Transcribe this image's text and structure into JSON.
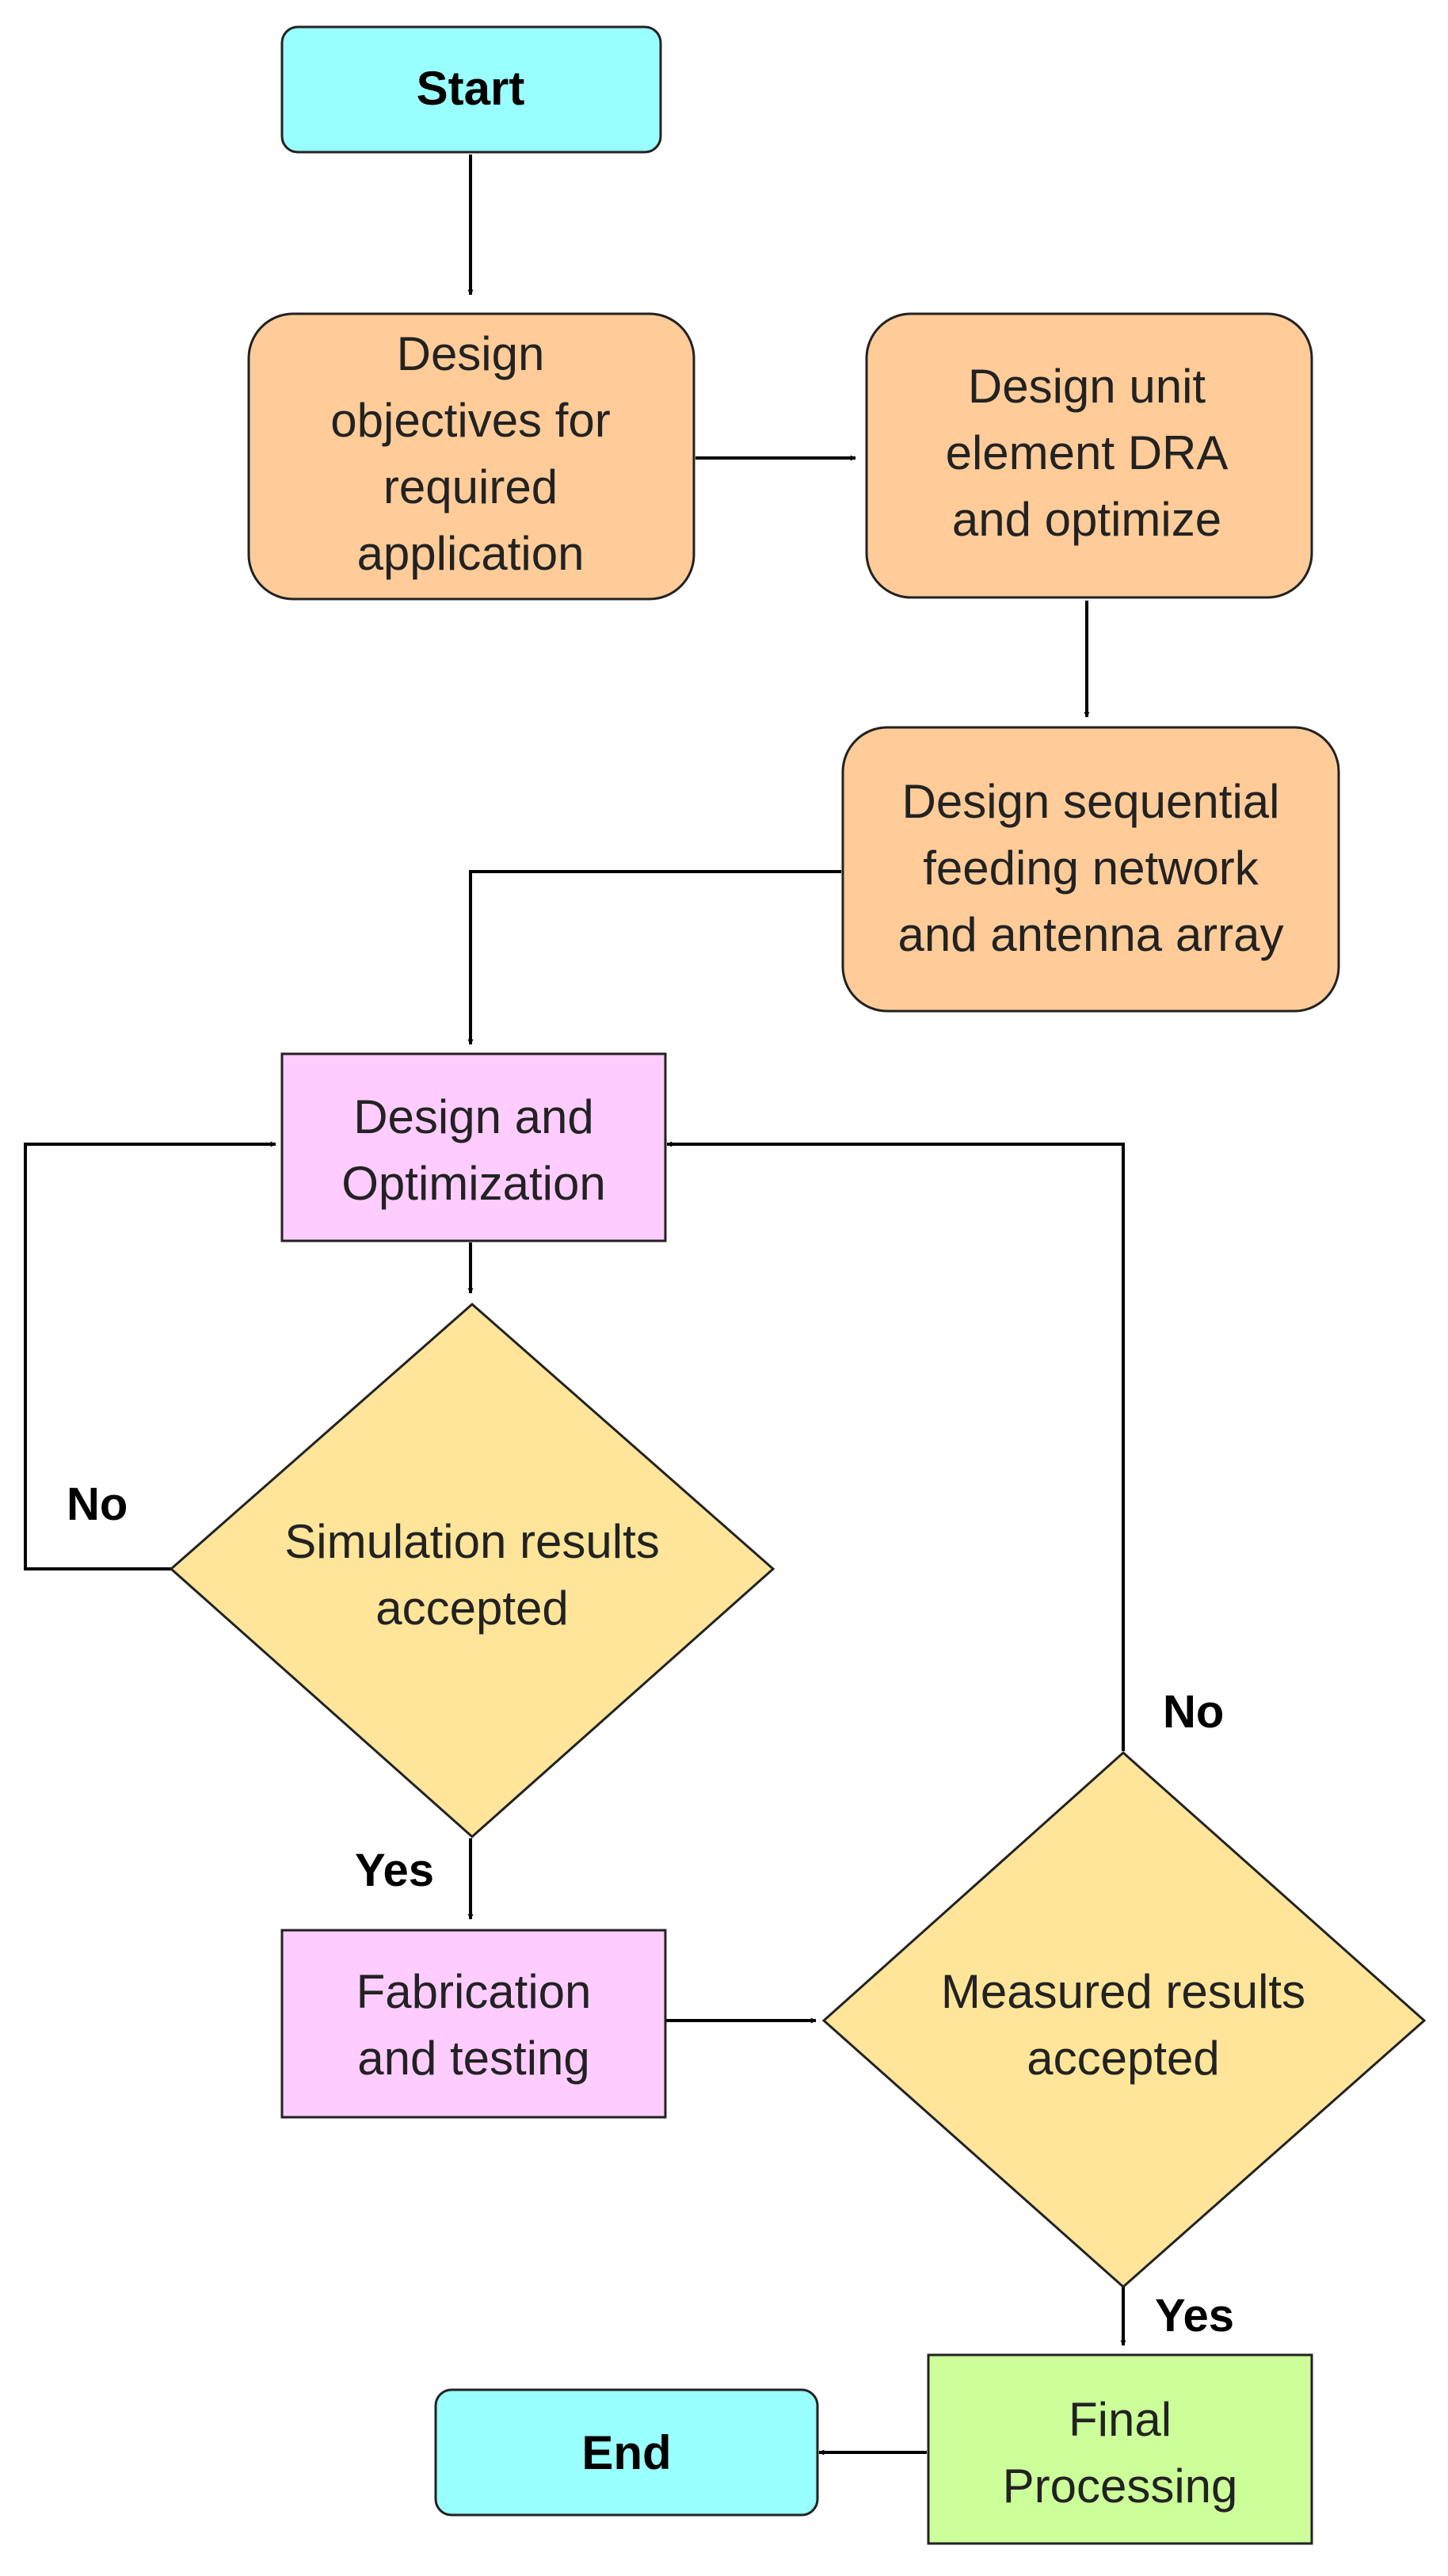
{
  "diagram": {
    "type": "flowchart",
    "colors": {
      "terminal": "#99ffff",
      "process_orange": "#ffcc99",
      "process_pink": "#ffccff",
      "decision": "#ffe599",
      "process_green": "#ccff99",
      "stroke": "#222222",
      "arrow": "#000000"
    },
    "nodes": [
      {
        "id": "start",
        "shape": "terminal",
        "lines": [
          "Start"
        ]
      },
      {
        "id": "objectives",
        "shape": "process",
        "lines": [
          "Design",
          "objectives for",
          "required",
          "application"
        ]
      },
      {
        "id": "unit_element",
        "shape": "process",
        "lines": [
          "Design unit",
          "element DRA",
          "and optimize"
        ]
      },
      {
        "id": "feeding_network",
        "shape": "process",
        "lines": [
          "Design sequential",
          "feeding network",
          "and antenna array"
        ]
      },
      {
        "id": "design_optimization",
        "shape": "process",
        "lines": [
          "Design and",
          "Optimization"
        ]
      },
      {
        "id": "simulation_check",
        "shape": "decision",
        "lines": [
          "Simulation results",
          "accepted"
        ]
      },
      {
        "id": "fabrication",
        "shape": "process",
        "lines": [
          "Fabrication",
          "and testing"
        ]
      },
      {
        "id": "measured_check",
        "shape": "decision",
        "lines": [
          "Measured results",
          "accepted"
        ]
      },
      {
        "id": "final_processing",
        "shape": "process",
        "lines": [
          "Final",
          "Processing"
        ]
      },
      {
        "id": "end",
        "shape": "terminal",
        "lines": [
          "End"
        ]
      }
    ],
    "edges": [
      {
        "from": "start",
        "to": "objectives",
        "label": ""
      },
      {
        "from": "objectives",
        "to": "unit_element",
        "label": ""
      },
      {
        "from": "unit_element",
        "to": "feeding_network",
        "label": ""
      },
      {
        "from": "feeding_network",
        "to": "design_optimization",
        "label": ""
      },
      {
        "from": "design_optimization",
        "to": "simulation_check",
        "label": ""
      },
      {
        "from": "simulation_check",
        "to": "design_optimization",
        "label": "No"
      },
      {
        "from": "simulation_check",
        "to": "fabrication",
        "label": "Yes"
      },
      {
        "from": "fabrication",
        "to": "measured_check",
        "label": ""
      },
      {
        "from": "measured_check",
        "to": "design_optimization",
        "label": "No"
      },
      {
        "from": "measured_check",
        "to": "final_processing",
        "label": "Yes"
      },
      {
        "from": "final_processing",
        "to": "end",
        "label": ""
      }
    ]
  }
}
